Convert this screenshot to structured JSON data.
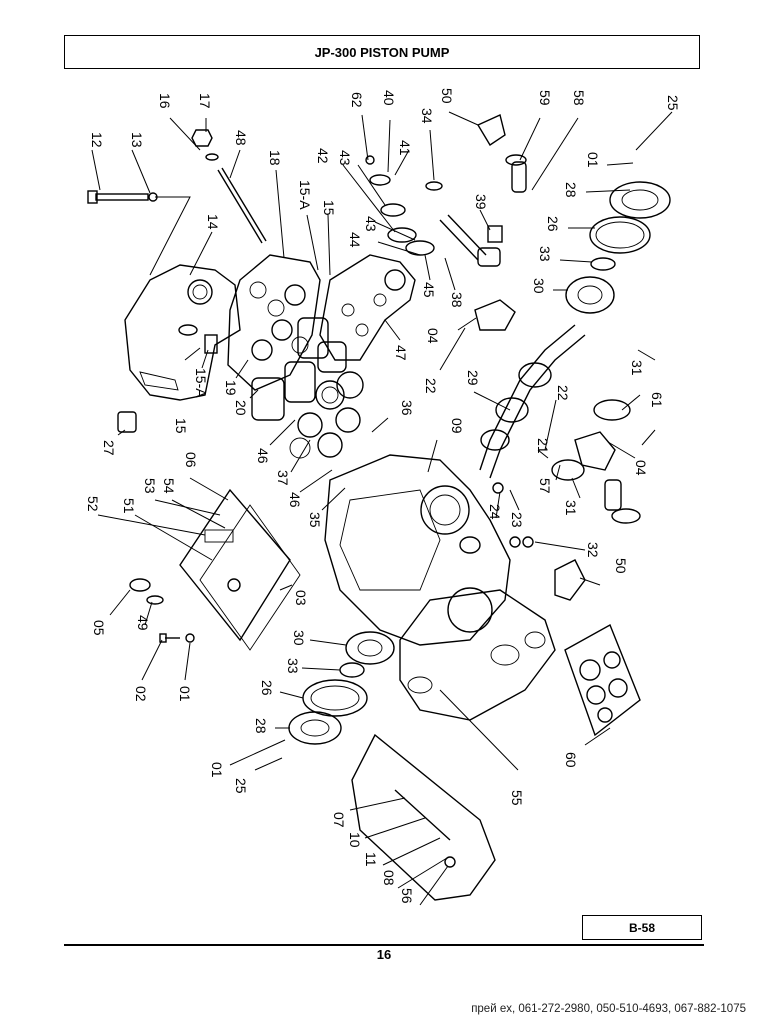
{
  "header": {
    "title": "JP-300 PISTON PUMP"
  },
  "page_code": "B-58",
  "page_number": "16",
  "footer_text": "прей ex, 061-272-2980, 050-510-4693, 067-882-1075",
  "callouts": {
    "c12": "12",
    "c13": "13",
    "c16": "16",
    "c17": "17",
    "c48": "48",
    "c18": "18",
    "c14": "14",
    "c15A_top": "15-A",
    "c15_top": "15",
    "c42": "42",
    "c43a": "43",
    "c43b": "43",
    "c44": "44",
    "c62": "62",
    "c40": "40",
    "c41": "41",
    "c34": "34",
    "c50_top": "50",
    "c39": "39",
    "c45": "45",
    "c38": "38",
    "c59": "59",
    "c58": "58",
    "c25_top": "25",
    "c01_top": "01",
    "c28_top": "28",
    "c26_top": "26",
    "c33_top": "33",
    "c30_top": "30",
    "c04_top": "04",
    "c22_top": "22",
    "c47": "47",
    "c29": "29",
    "c31_top": "31",
    "c61": "61",
    "c22_mid": "22",
    "c21": "21",
    "c04_mid": "04",
    "c57": "57",
    "c31_mid": "31",
    "c15_left": "15",
    "c15A_left": "15-A",
    "c19": "19",
    "c20": "20",
    "c27": "27",
    "c46a": "46",
    "c37": "37",
    "c36": "36",
    "c09": "09",
    "c46b": "46",
    "c35": "35",
    "c24": "24",
    "c23": "23",
    "c32": "32",
    "c52": "52",
    "c51": "51",
    "c53": "53",
    "c54": "54",
    "c06": "06",
    "c05": "05",
    "c49": "49",
    "c03": "03",
    "c50_mid": "50",
    "c02": "02",
    "c01_mid": "01",
    "c30_mid": "30",
    "c33_mid": "33",
    "c26_mid": "26",
    "c28_mid": "28",
    "c01_bot": "01",
    "c25_bot": "25",
    "c60": "60",
    "c55": "55",
    "c07": "07",
    "c10": "10",
    "c11": "11",
    "c08": "08",
    "c56": "56"
  }
}
